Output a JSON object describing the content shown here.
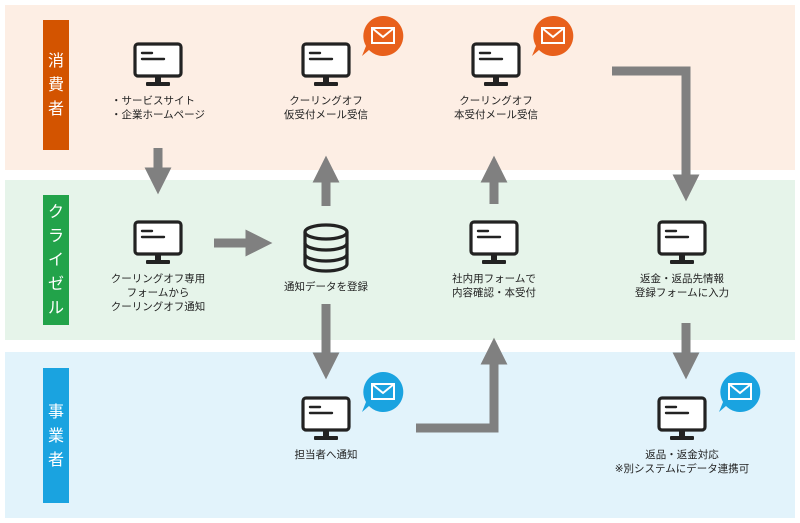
{
  "colors": {
    "consumer_band": "#fdeee4",
    "crisel_band": "#e6f4ea",
    "business_band": "#e2f3fb",
    "consumer_label": "#d35400",
    "crisel_label": "#22a34a",
    "business_label": "#1aa3e0",
    "arrow": "#808080",
    "icon": "#222222",
    "mail_orange": "#e8601c",
    "mail_blue": "#1aa3e0"
  },
  "rows": {
    "consumer": "消費者",
    "crisel": "クライゼル",
    "business": "事業者"
  },
  "nodes": {
    "service_site": "・サービスサイト\n・企業ホームページ",
    "cooling_off_provisional": "クーリングオフ\n仮受付メール受信",
    "cooling_off_final": "クーリングオフ\n本受付メール受信",
    "cooling_off_form": "クーリングオフ専用\nフォームから\nクーリングオフ通知",
    "register_data": "通知データを登録",
    "internal_form": "社内用フォームで\n内容確認・本受付",
    "refund_info_form": "返金・返品先情報\n登録フォームに入力",
    "notify_staff": "担当者へ通知",
    "refund_handling": "返品・返金対応\n※別システムにデータ連携可"
  }
}
